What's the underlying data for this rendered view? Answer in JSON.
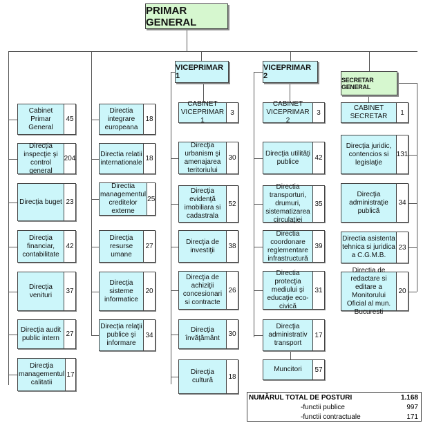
{
  "primar": "PRIMAR GENERAL",
  "viceprimar1": "VICEPRIMAR 1",
  "viceprimar2": "VICEPRIMAR 2",
  "secretar": "SECRETAR GENERAL",
  "col1": [
    {
      "label": "Cabinet Primar General",
      "count": "45"
    },
    {
      "label": "Direcţia inspecţie şi control general",
      "count": "204"
    },
    {
      "label": "Direcţia buget",
      "count": "23"
    },
    {
      "label": "Direcţia financiar, contabilitate",
      "count": "42"
    },
    {
      "label": "Direcţia venituri",
      "count": "37"
    },
    {
      "label": "Direcţia audit public intern",
      "count": "27"
    },
    {
      "label": "Direcţia managementul calitatii",
      "count": "17"
    }
  ],
  "col2": [
    {
      "label": "Directia integrare europeana",
      "count": "18"
    },
    {
      "label": "Directia relatii internationale",
      "count": "18"
    },
    {
      "label": "Directia managementul creditelor externe",
      "count": "25"
    },
    {
      "label": "Direcţia resurse umane",
      "count": "27"
    },
    {
      "label": "Direcţia sisteme informatice",
      "count": "20"
    },
    {
      "label": "Direcţia relaţii publice şi informare",
      "count": "34"
    }
  ],
  "col3": [
    {
      "label": "CABINET VICEPRIMAR 1",
      "count": "3"
    },
    {
      "label": "Direcţia urbanism şi amenajarea teritoriului",
      "count": "30"
    },
    {
      "label": "Direcţia evidenţă imobiliara si cadastrala",
      "count": "52"
    },
    {
      "label": "Direcţia de investiţii",
      "count": "38"
    },
    {
      "label": "Direcţia de achiziţii concesionari si contracte",
      "count": "26"
    },
    {
      "label": "Direcţia învăţământ",
      "count": "30"
    },
    {
      "label": "Direcţia cultură",
      "count": "18"
    }
  ],
  "col4": [
    {
      "label": "CABINET VICEPRIMAR 2",
      "count": "3"
    },
    {
      "label": "Direcţia utilităţi publice",
      "count": "42"
    },
    {
      "label": "Directia transporturi, drumuri, sistematizarea circulaţiei",
      "count": "35"
    },
    {
      "label": "Directia coordonare reglementare infrastructură",
      "count": "39"
    },
    {
      "label": "Directia protecţia mediului şi educaţie eco-civică",
      "count": "31"
    },
    {
      "label": "Direcţia administrativ transport",
      "count": "17"
    },
    {
      "label": "Muncitori",
      "count": "57"
    }
  ],
  "col5": [
    {
      "label": "CABINET SECRETAR",
      "count": "1"
    },
    {
      "label": "Direcţia juridic, contencios si legislaţie",
      "count": "131"
    },
    {
      "label": "Direcţia administraţie publică",
      "count": "34"
    },
    {
      "label": "Directia asistenta tehnica si juridica a C.G.M.B.",
      "count": "23"
    },
    {
      "label": "Directia de redactare si editare a Monitorului Oficial al mun. Bucuresti",
      "count": "20"
    }
  ],
  "total": {
    "title": "NUMĂRUL TOTAL DE POSTURI",
    "title_value": "1.168",
    "public_label": "-functii publice",
    "public_value": "997",
    "contract_label": "-functii contractuale",
    "contract_value": "171"
  }
}
